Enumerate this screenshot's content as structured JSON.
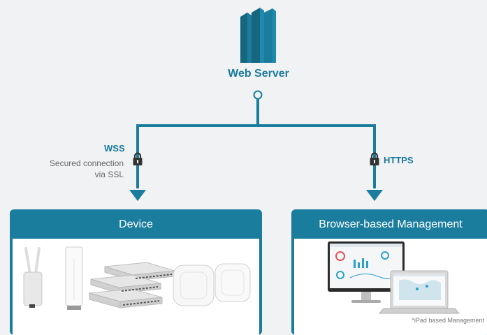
{
  "server": {
    "title": "Web Server",
    "icon": "server-icon"
  },
  "left_link": {
    "protocol": "WSS",
    "note_line1": "Secured connection",
    "note_line2": "via SSL"
  },
  "right_link": {
    "protocol": "HTTPS"
  },
  "device_panel": {
    "title": "Device"
  },
  "browser_panel": {
    "title": "Browser-based Management",
    "caption": "*iPad based Management"
  },
  "colors": {
    "accent": "#1b7d9e",
    "background": "#f1f2f4"
  }
}
